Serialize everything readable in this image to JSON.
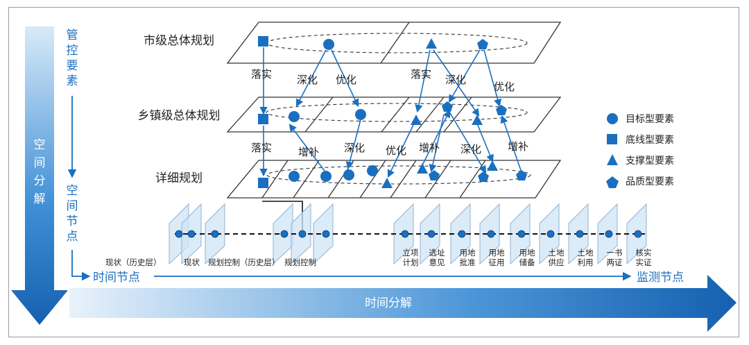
{
  "left_labels": {
    "spatial_decomp": "空间分解",
    "control_elements": "管控要素",
    "spatial_nodes": "空间节点"
  },
  "bottom_labels": {
    "time_nodes": "时间节点",
    "monitor_nodes": "监测节点",
    "time_decomp": "时间分解"
  },
  "layers": {
    "city": "市级总体规划",
    "township": "乡镇级总体规划",
    "detailed": "详细规划"
  },
  "relations": {
    "implement": "落实",
    "deepen": "深化",
    "optimize": "优化",
    "supplement": "增补"
  },
  "legend": [
    {
      "shape": "circle",
      "label": "目标型要素"
    },
    {
      "shape": "square",
      "label": "底线型要素"
    },
    {
      "shape": "triangle",
      "label": "支撑型要素"
    },
    {
      "shape": "pentagon",
      "label": "品质型要素"
    }
  ],
  "timeline_left": [
    "现状（历史层）",
    "现状",
    "规划控制（历史层）",
    "规划控制"
  ],
  "monitor_stages": [
    {
      "l1": "立项",
      "l2": "计划"
    },
    {
      "l1": "选址",
      "l2": "意见"
    },
    {
      "l1": "用地",
      "l2": "批准"
    },
    {
      "l1": "用地",
      "l2": "征用"
    },
    {
      "l1": "用地",
      "l2": "储备"
    },
    {
      "l1": "土地",
      "l2": "供应"
    },
    {
      "l1": "土地",
      "l2": "利用"
    },
    {
      "l1": "一书",
      "l2": "两证"
    },
    {
      "l1": "核实",
      "l2": "实证"
    }
  ],
  "colors": {
    "blue": "#1a6fc0",
    "grid": "#333333",
    "panel": "#cfe4f5"
  }
}
